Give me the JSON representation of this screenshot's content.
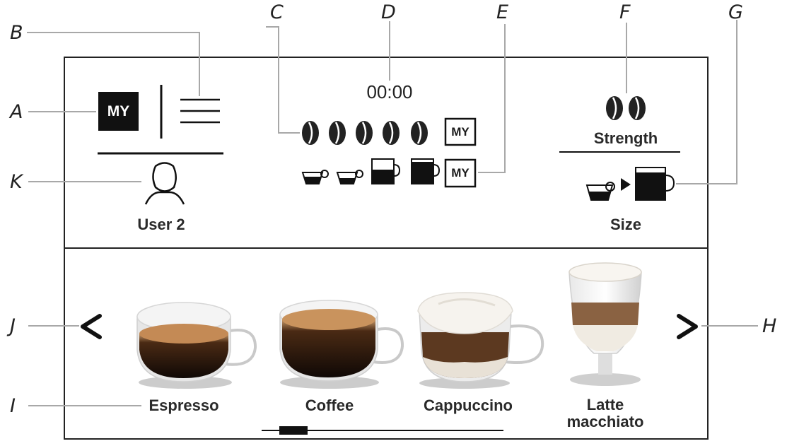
{
  "callouts": [
    "A",
    "B",
    "C",
    "D",
    "E",
    "F",
    "G",
    "H",
    "I",
    "J",
    "K"
  ],
  "header": {
    "my_badge": "MY",
    "time": "00:00",
    "strength_my": "MY",
    "size_my": "MY",
    "user_label": "User 2",
    "strength_label": "Strength",
    "size_label": "Size"
  },
  "drinks": [
    {
      "label": "Espresso"
    },
    {
      "label": "Coffee"
    },
    {
      "label": "Cappuccino"
    },
    {
      "label": "Latte",
      "label2": "macchiato"
    }
  ],
  "carousel": {
    "current_page": 1,
    "total_pages": 7
  }
}
